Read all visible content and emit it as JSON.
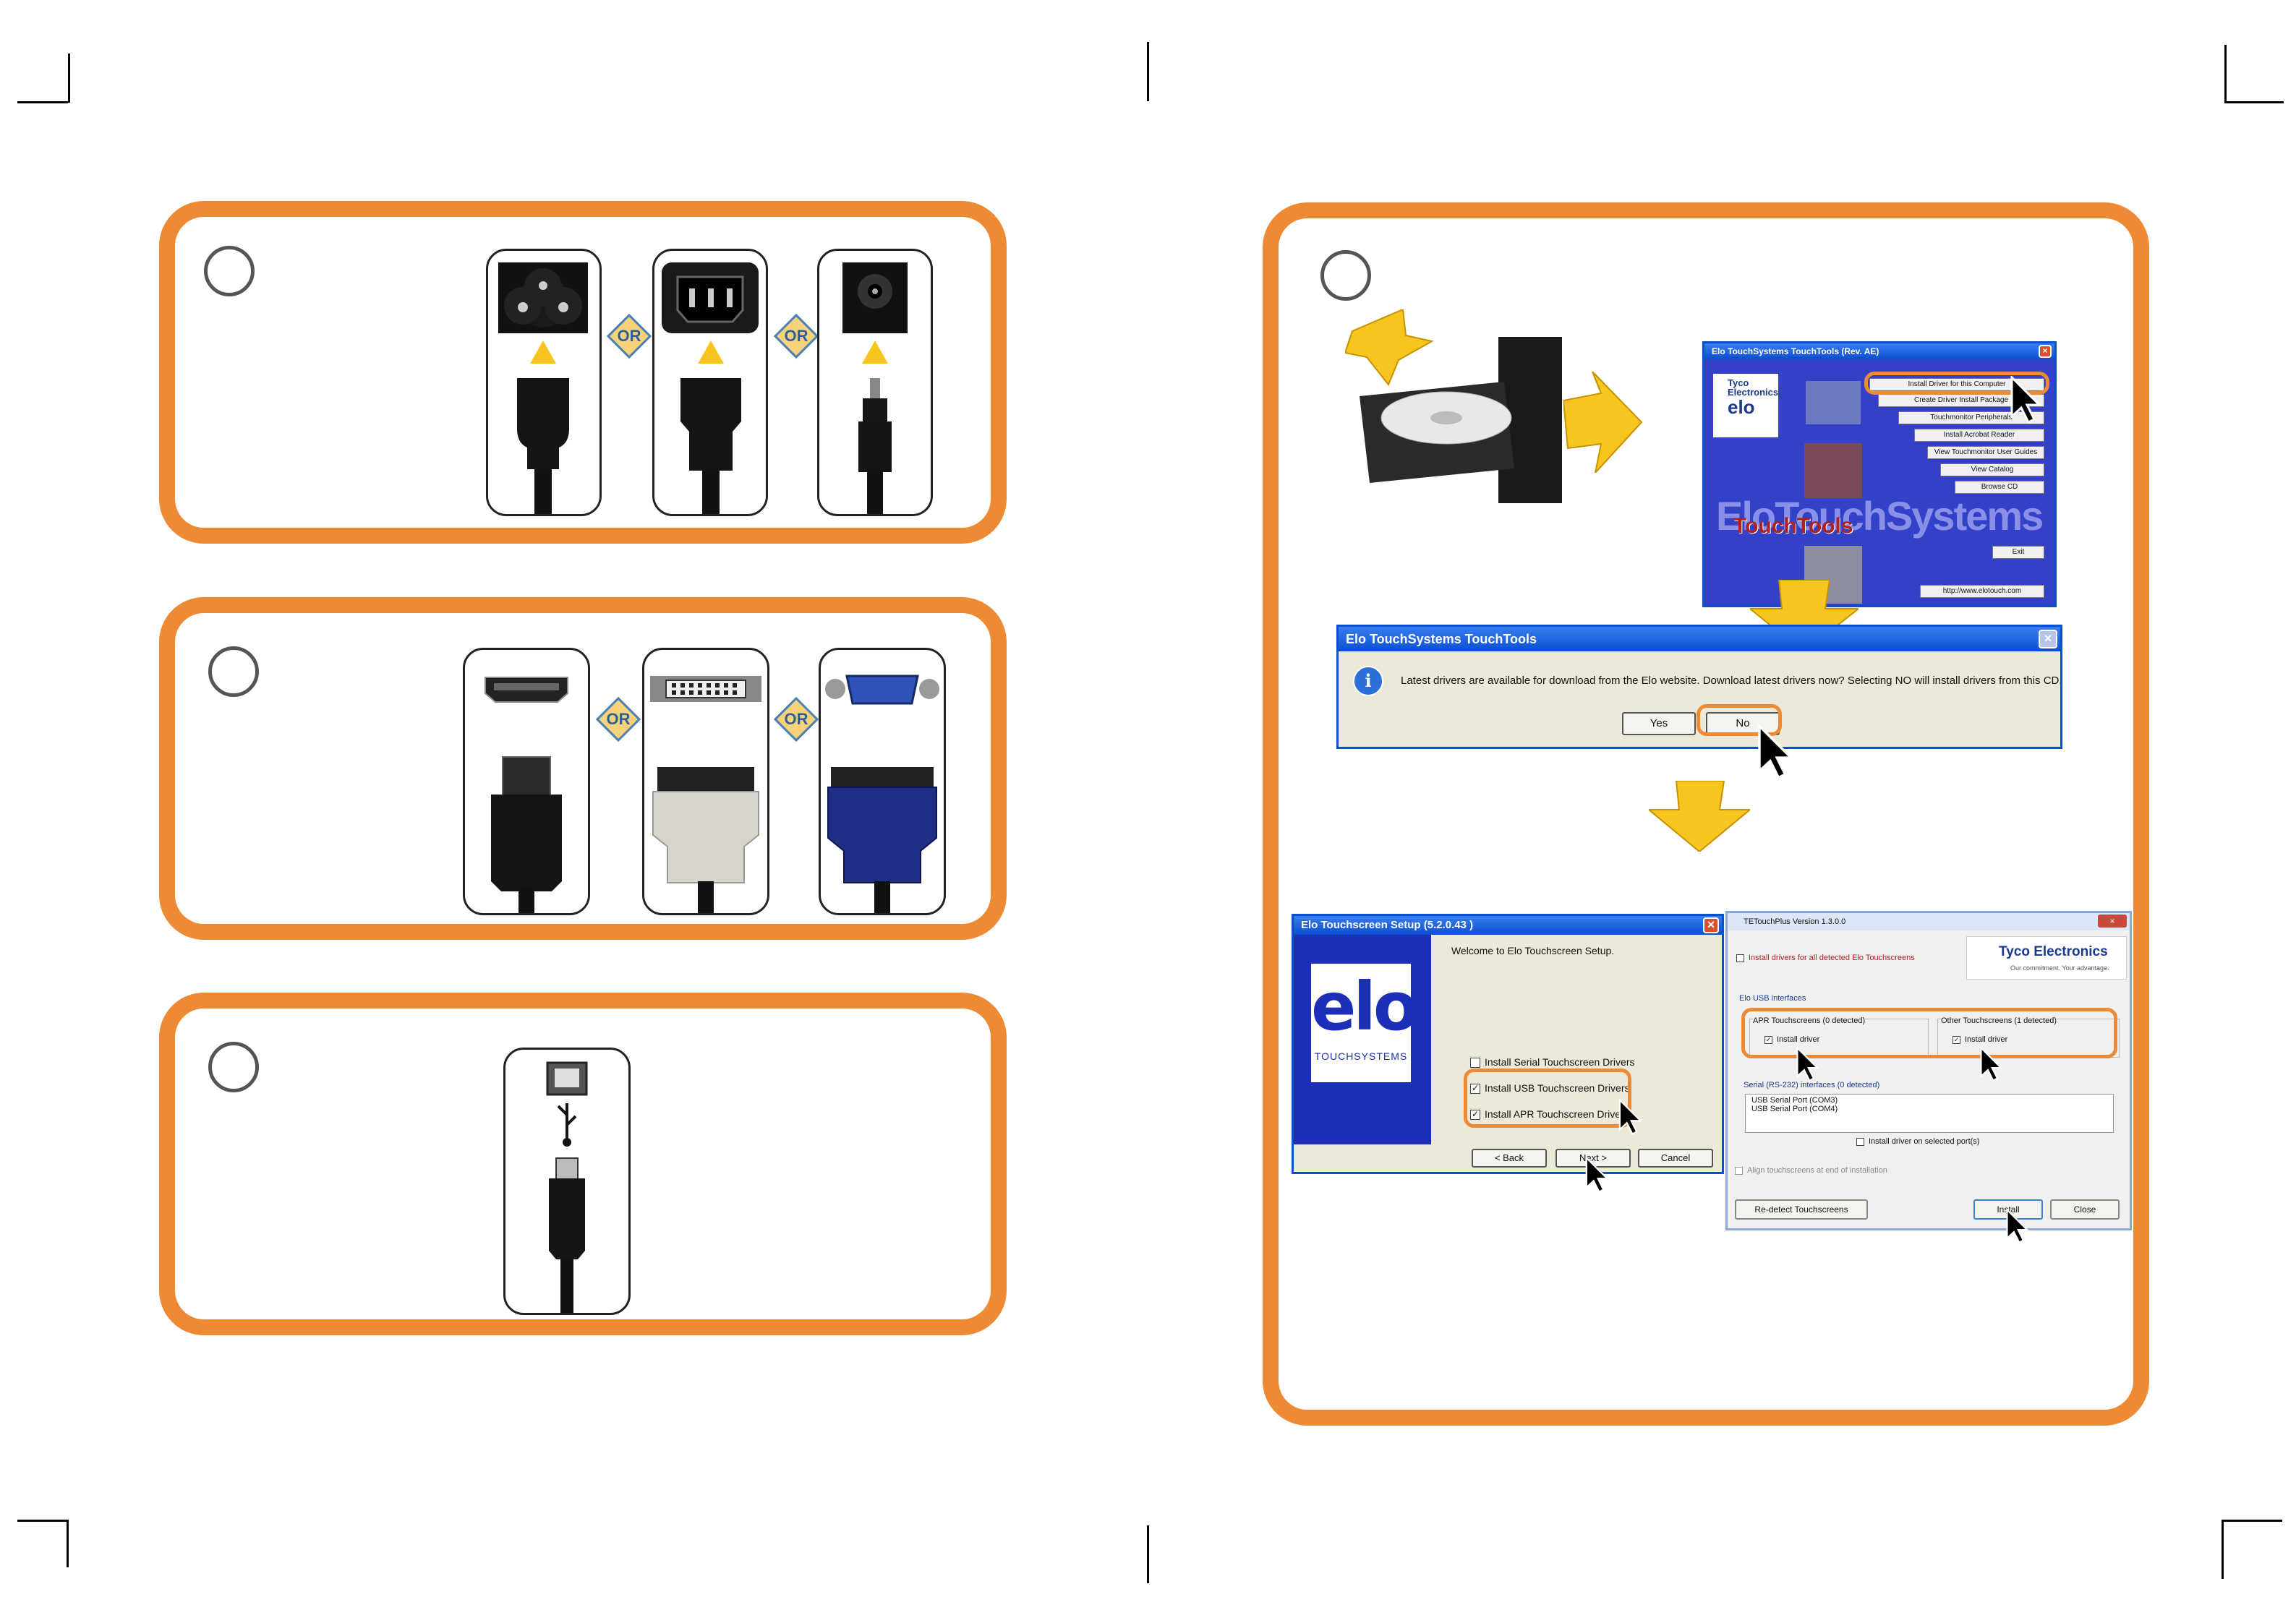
{
  "or_label": "OR",
  "touchtools": {
    "title": "Elo TouchSystems TouchTools (Rev. AE)",
    "brand_line1": "Tyco",
    "brand_line2": "Electronics",
    "logo": "elo",
    "watermark": "EloTouchSystems",
    "subtitle": "TouchTools",
    "menu": [
      "Install Driver for this Computer",
      "Create Driver Install Package",
      "Touchmonitor Peripherals",
      "Install Acrobat Reader",
      "View Touchmonitor User Guides",
      "View Catalog",
      "Browse CD"
    ],
    "exit_label": "Exit",
    "website": "http://www.elotouch.com"
  },
  "dialog": {
    "title": "Elo TouchSystems TouchTools",
    "message": "Latest drivers are available for download from the Elo website. Download latest drivers now? Selecting NO will install drivers from this CD.",
    "yes_label": "Yes",
    "no_label": "No",
    "info_glyph": "i"
  },
  "setup": {
    "title": "Elo Touchscreen Setup (5.2.0.43 )",
    "logo": "elo",
    "logo_sub": "TOUCHSYSTEMS",
    "welcome": "Welcome to Elo Touchscreen Setup.",
    "options": [
      {
        "label": "Install Serial Touchscreen Drivers",
        "checked": false
      },
      {
        "label": "Install USB Touchscreen Drivers",
        "checked": true
      },
      {
        "label": "Install APR Touchscreen Driver",
        "checked": true
      }
    ],
    "back_label": "< Back",
    "next_label": "Next >",
    "cancel_label": "Cancel"
  },
  "tetouch": {
    "title": "TETouchPlus Version 1.3.0.0",
    "install_all": "Install drivers for all detected Elo Touchscreens",
    "brand": "Tyco Electronics",
    "tagline": "Our commitment. Your advantage.",
    "usb_group": "Elo USB interfaces",
    "apr_label": "APR Touchscreens (0 detected)",
    "other_label": "Other Touchscreens (1 detected)",
    "install_driver": "Install driver",
    "serial_group": "Serial (RS-232) interfaces (0 detected)",
    "ports": [
      "USB Serial Port (COM3)",
      "USB Serial Port (COM4)"
    ],
    "install_selected": "Install driver on selected port(s)",
    "align": "Align touchscreens at end of installation",
    "redetect_label": "Re-detect Touchscreens",
    "install_label": "Install",
    "close_label": "Close"
  },
  "colors": {
    "accent": "#ee8a33",
    "arrow_yellow": "#f7c51e",
    "win_blue": "#0a4fd0"
  }
}
